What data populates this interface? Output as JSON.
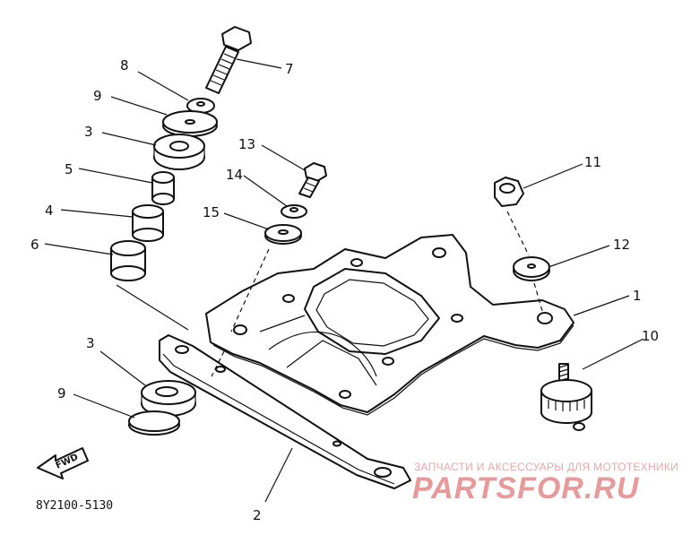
{
  "diagram": {
    "callouts": {
      "c1": "1",
      "c2": "2",
      "c3a": "3",
      "c3b": "3",
      "c4": "4",
      "c5": "5",
      "c6": "6",
      "c7": "7",
      "c8": "8",
      "c9a": "9",
      "c9b": "9",
      "c10": "10",
      "c11": "11",
      "c12": "12",
      "c13": "13",
      "c14": "14",
      "c15": "15"
    },
    "fwd_label": "FWD",
    "part_code": "8Y2100-5130"
  },
  "watermark": {
    "line1": "ЗАПЧАСТИ И АКСЕССУАРЫ ДЛЯ МОТОТЕХНИКИ",
    "line2": "PARTSFOR.RU"
  }
}
